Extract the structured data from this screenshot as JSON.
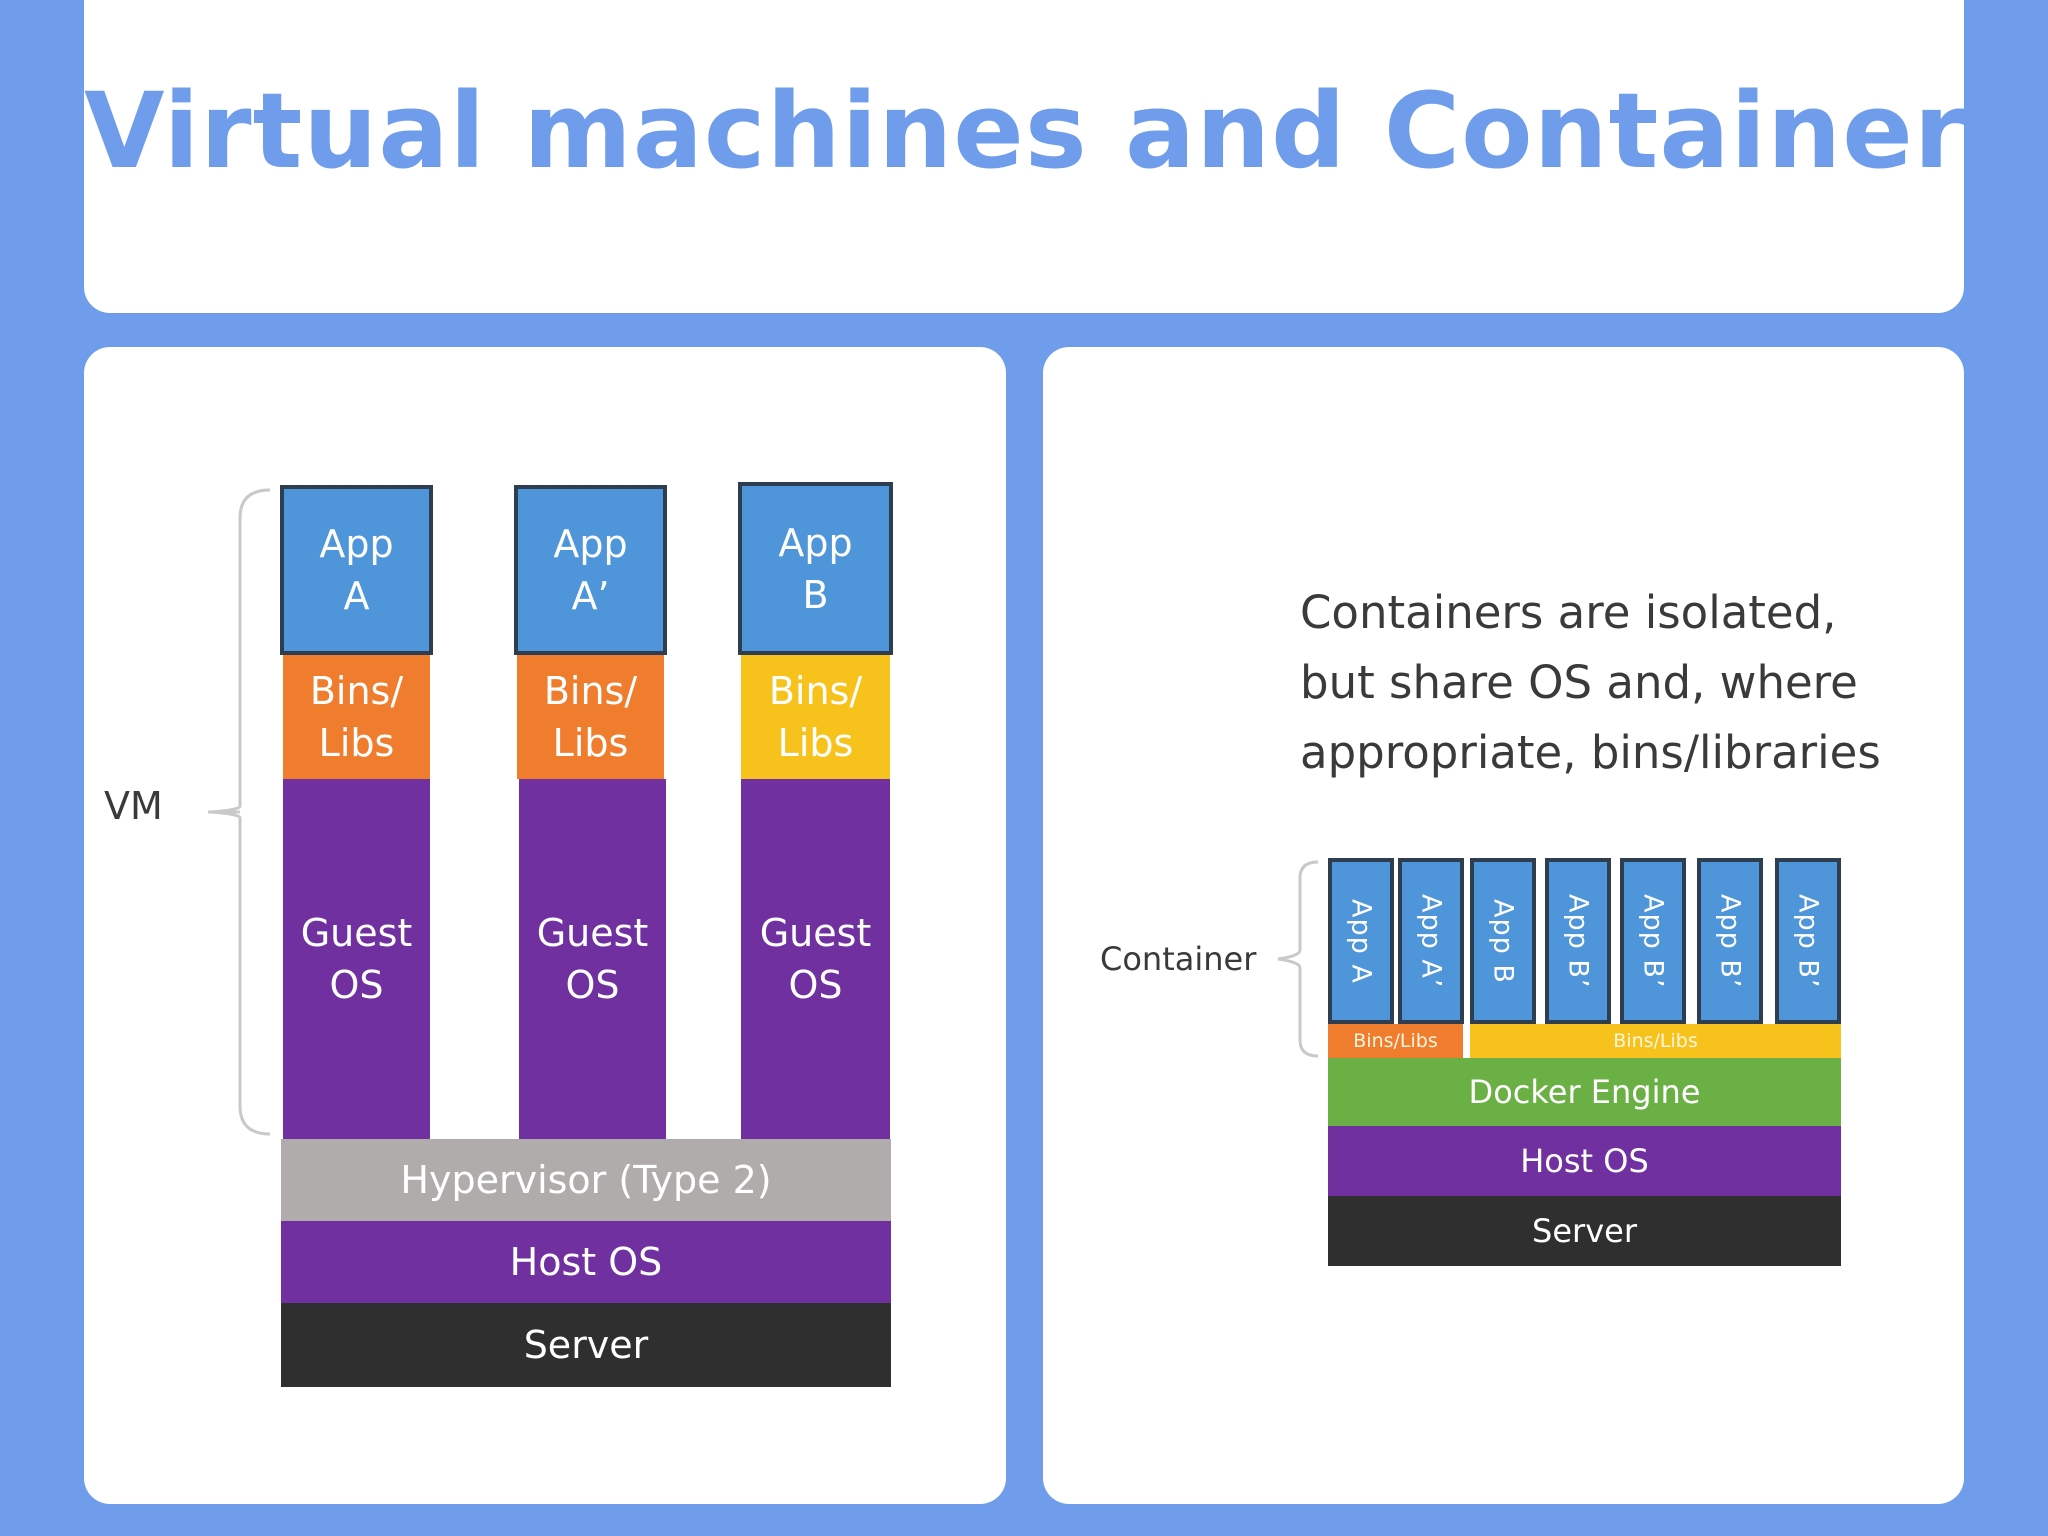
{
  "header": {
    "title": "Virtual machines and Containers"
  },
  "vm_diagram": {
    "brace_label": "VM",
    "columns": [
      {
        "app": "App\nA",
        "bins": "Bins/\nLibs",
        "bins_color": "#f07c2e",
        "guest": "Guest\nOS"
      },
      {
        "app": "App\nA’",
        "bins": "Bins/\nLibs",
        "bins_color": "#f07c2e",
        "guest": "Guest\nOS"
      },
      {
        "app": "App\nB",
        "bins": "Bins/\nLibs",
        "bins_color": "#f7c21c",
        "guest": "Guest\nOS"
      }
    ],
    "hypervisor": "Hypervisor (Type 2)",
    "host_os": "Host OS",
    "server": "Server"
  },
  "container_diagram": {
    "description": [
      "Containers are isolated,",
      "but share OS and, where",
      "appropriate, bins/libraries"
    ],
    "brace_label": "Container",
    "apps": [
      "App A",
      "App A’",
      "App B",
      "App B’",
      "App B’",
      "App B’",
      "App B’"
    ],
    "bins_left": "Bins/Libs",
    "bins_right": "Bins/Libs",
    "docker_engine": "Docker Engine",
    "host_os": "Host OS",
    "server": "Server"
  },
  "colors": {
    "background": "#6f9deb",
    "app": "#4f95d9",
    "bins_orange": "#f07c2e",
    "bins_yellow": "#f7c21c",
    "os_purple": "#7030a0",
    "hypervisor_gray": "#b0acab",
    "server_dark": "#2f2f2f",
    "docker_green": "#6ab044"
  }
}
